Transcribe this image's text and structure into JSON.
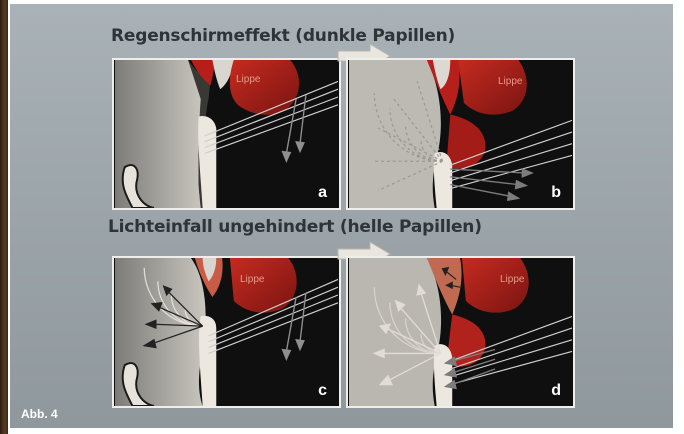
{
  "figure": {
    "label": "Abb. 4",
    "title_top": "Regenschirmeffekt (dunkle Papillen)",
    "title_bottom": "Lichteinfall ungehindert (helle Papillen)"
  },
  "panels": [
    {
      "id": "a",
      "letter": "a",
      "lippe_label": ""
    },
    {
      "id": "b",
      "letter": "b",
      "lippe_label": "Lippe"
    },
    {
      "id": "c",
      "letter": "c",
      "lippe_label": ""
    },
    {
      "id": "d",
      "letter": "d",
      "lippe_label": "Lippe"
    }
  ],
  "panel_a_lippe": "Lippe",
  "panel_c_lippe": "Lippe",
  "colors": {
    "background": "#9aa3a8",
    "gum_red": "#a9211c",
    "tooth": "#e9e5dd",
    "shadow": "#0f0f0f",
    "panel_border": "#eeeeea"
  }
}
